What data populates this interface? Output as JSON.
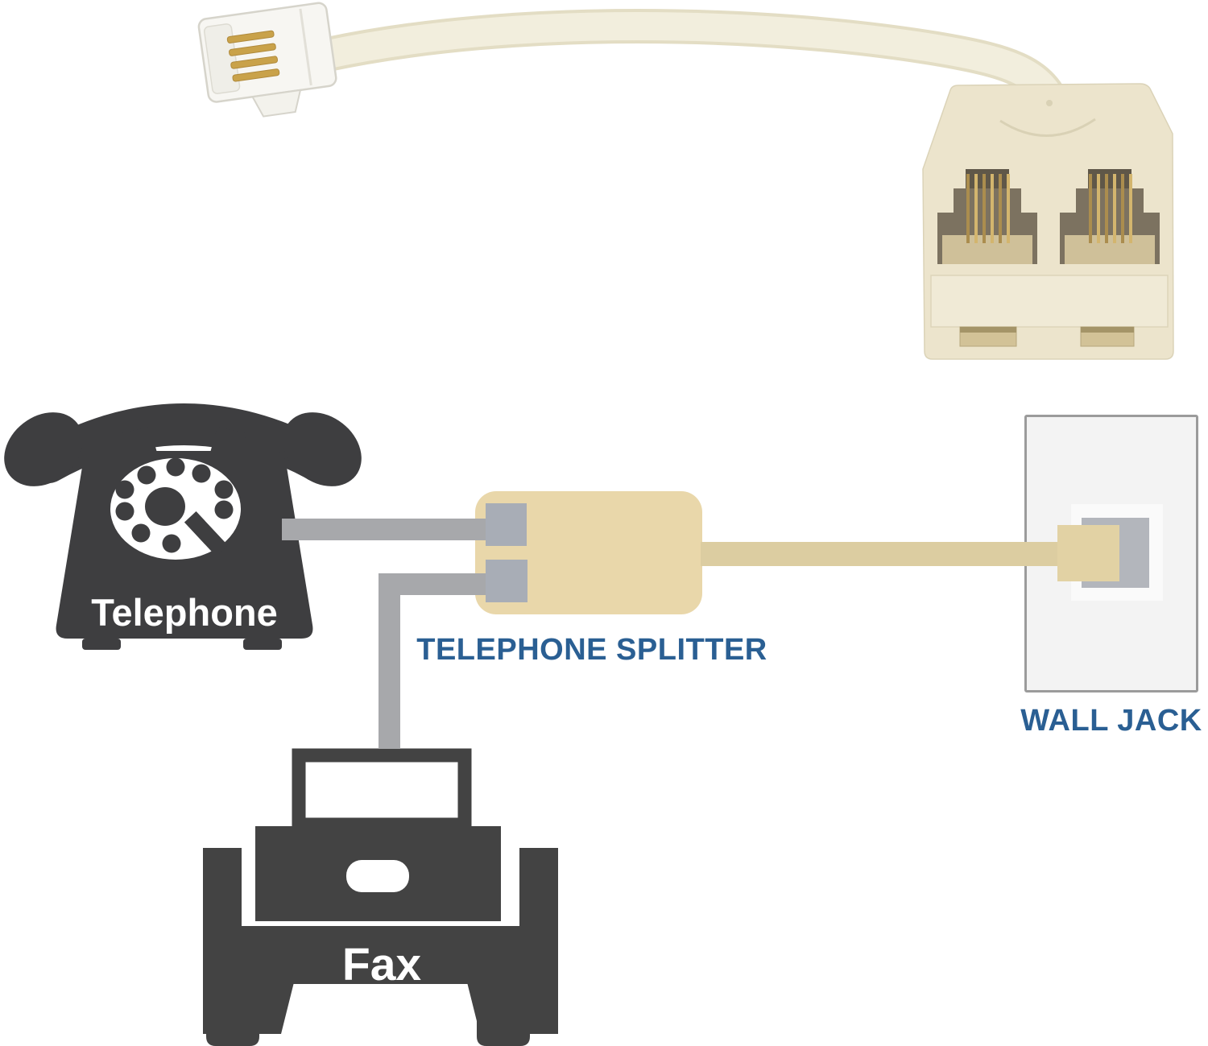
{
  "title": "Two-way telephone splitter usage diagram",
  "labels": {
    "telephone": "Telephone",
    "splitter": "TELEPHONE SPLITTER",
    "wall_jack": "WALL JACK",
    "fax": "Fax"
  },
  "icons": [
    {
      "name": "rj11-plug-photo",
      "desc": "clear RJ11 plug with gold pins on cream cable"
    },
    {
      "name": "rj11-splitter-photo",
      "desc": "beige 1-to-2 RJ11 splitter with two female jacks"
    },
    {
      "name": "rotary-phone-icon",
      "label": "Telephone"
    },
    {
      "name": "fax-machine-icon",
      "label": "Fax"
    },
    {
      "name": "splitter-block",
      "label": "TELEPHONE SPLITTER"
    },
    {
      "name": "wall-jack-plate",
      "label": "WALL JACK"
    }
  ],
  "connections": [
    {
      "from": "Telephone",
      "to": "TELEPHONE SPLITTER",
      "cable_color": "gray"
    },
    {
      "from": "Fax",
      "to": "TELEPHONE SPLITTER",
      "cable_color": "gray"
    },
    {
      "from": "TELEPHONE SPLITTER",
      "to": "WALL JACK",
      "cable_color": "beige"
    }
  ],
  "colors": {
    "background": "#ffffff",
    "label_blue": "#2a5f93",
    "device_dark": "#3e3e40",
    "fax_dark": "#434343",
    "cable_gray": "#a7a8ab",
    "plug_gray": "#a8adb6",
    "block_tan": "#e9d7aa",
    "cable_tan": "#dccda1",
    "photo_beige": "#ece4cc",
    "photo_cable": "#f2eedd",
    "gold": "#c9a24a",
    "wall_plate_fill": "#f3f3f3",
    "wall_plate_border": "#9b9b9b",
    "jack_gray": "#b3b6bc",
    "text_white": "#ffffff"
  }
}
